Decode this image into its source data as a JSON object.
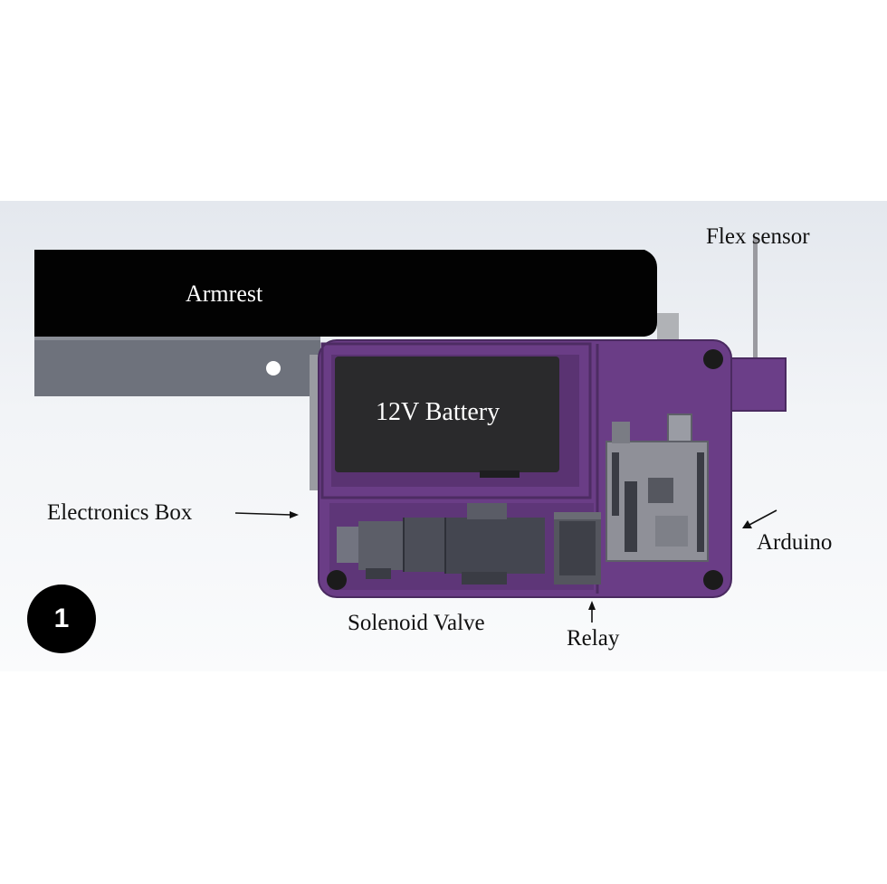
{
  "labels": {
    "armrest": "Armrest",
    "battery": "12V Battery",
    "flex_sensor": "Flex sensor",
    "electronics_box": "Electronics Box",
    "arduino": "Arduino",
    "solenoid_valve": "Solenoid Valve",
    "relay": "Relay"
  },
  "badge": {
    "number": "1"
  },
  "colors": {
    "armrest": "#020202",
    "bracket": "#6e727c",
    "box": "#6a3d86",
    "box_edge": "#4a2a60",
    "battery": "#2a2a2c",
    "board": "#8f9098"
  }
}
